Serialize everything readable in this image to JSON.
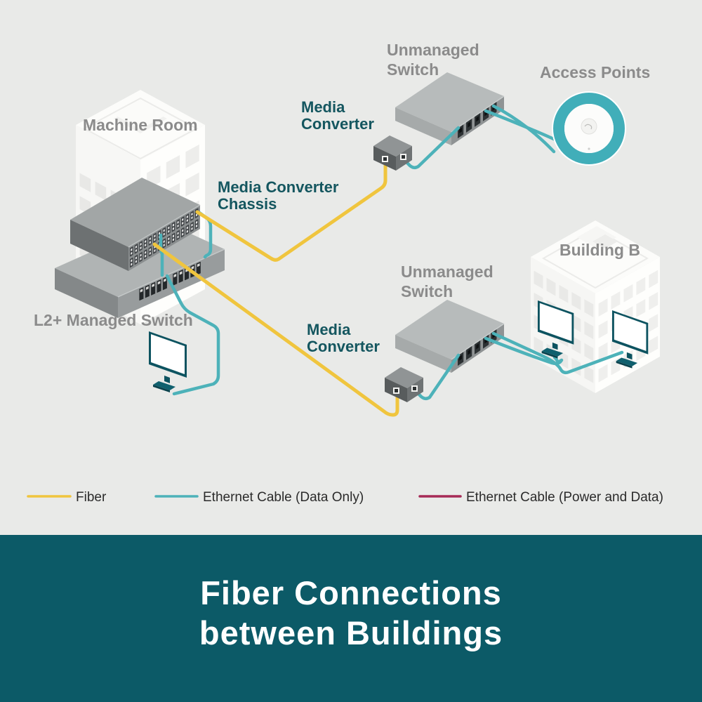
{
  "colors": {
    "background": "#e9eae8",
    "banner": "#0c5a67",
    "fiber": "#f0c53e",
    "ethernet_data": "#4db2b9",
    "ethernet_power_data": "#a62a56",
    "label_gray": "#8b8b8b",
    "label_teal": "#14565f",
    "title_white": "#ffffff",
    "access_point_ring": "#41aeb9"
  },
  "diagram": {
    "labels": {
      "machine_room": "Machine Room",
      "media_converter_chassis": {
        "line1": "Media Converter",
        "line2": "Chassis"
      },
      "l2_managed_switch": "L2+ Managed Switch",
      "unmanaged_switch_top": {
        "line1": "Unmanaged",
        "line2": "Switch"
      },
      "media_converter_top": {
        "line1": "Media",
        "line2": "Converter"
      },
      "access_points": "Access Points",
      "unmanaged_switch_bottom": {
        "line1": "Unmanaged",
        "line2": "Switch"
      },
      "media_converter_bottom": {
        "line1": "Media",
        "line2": "Converter"
      },
      "building_b": "Building B"
    }
  },
  "legend": {
    "items": [
      {
        "label": "Fiber",
        "color": "#f0c53e"
      },
      {
        "label": "Ethernet Cable (Data Only)",
        "color": "#4db2b9"
      },
      {
        "label": "Ethernet Cable (Power and Data)",
        "color": "#a62a56"
      }
    ]
  },
  "banner": {
    "title_line1": "Fiber Connections",
    "title_line2": "between Buildings"
  }
}
